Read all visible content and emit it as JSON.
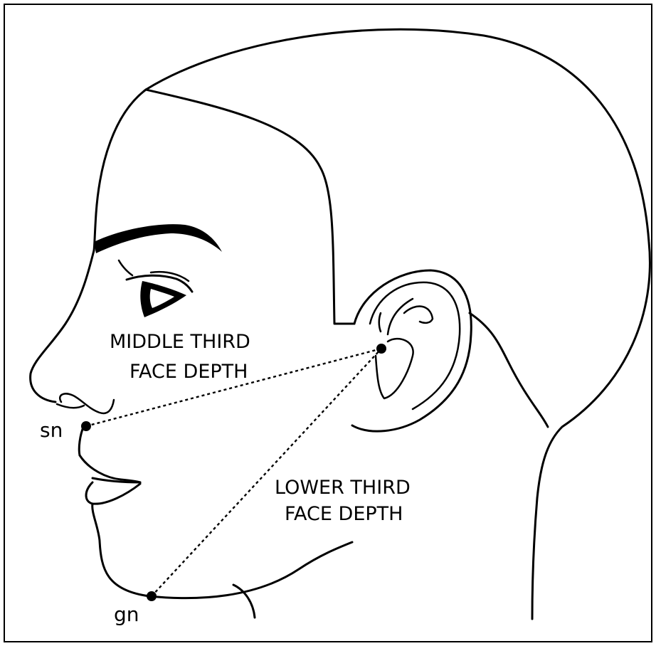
{
  "labels": {
    "middle_line1": "MIDDLE THIRD",
    "middle_line2": "FACE DEPTH",
    "lower_line1": "LOWER THIRD",
    "lower_line2": "FACE DEPTH"
  },
  "points": {
    "subnasale": "sn",
    "gnathion": "gn"
  },
  "colors": {
    "ink": "#000000",
    "background": "#ffffff"
  }
}
